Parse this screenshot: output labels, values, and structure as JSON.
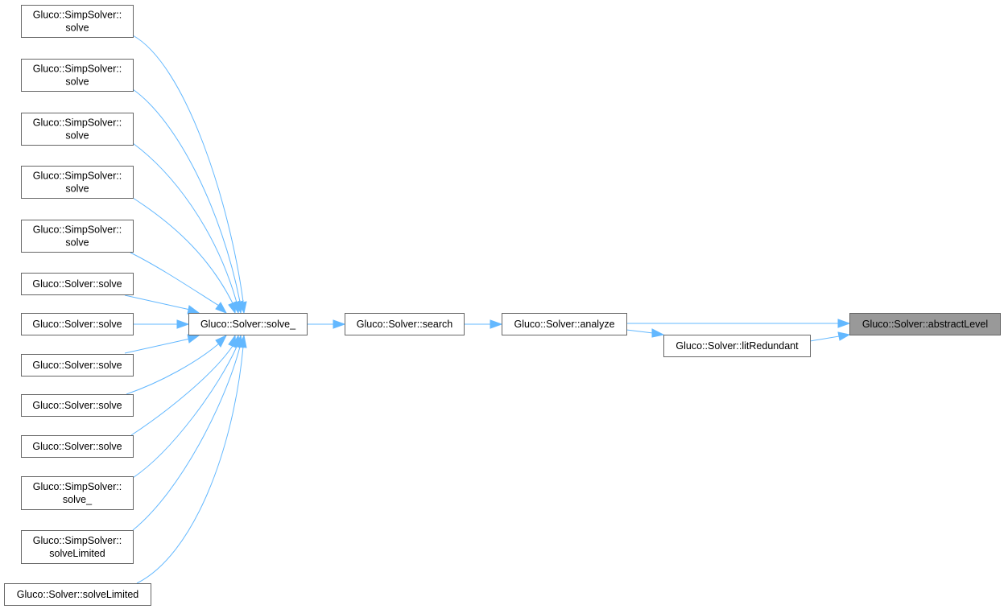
{
  "diagram": {
    "type": "call-graph",
    "focus_node": "abstractLevel",
    "colors": {
      "edge": "#63b8ff",
      "node_border": "#666666",
      "focus_fill": "#999999",
      "node_fill": "#ffffff"
    },
    "nodes": [
      {
        "id": "ss_solve_1",
        "lines": [
          "Gluco::SimpSolver::",
          "solve"
        ]
      },
      {
        "id": "ss_solve_2",
        "lines": [
          "Gluco::SimpSolver::",
          "solve"
        ]
      },
      {
        "id": "ss_solve_3",
        "lines": [
          "Gluco::SimpSolver::",
          "solve"
        ]
      },
      {
        "id": "ss_solve_4",
        "lines": [
          "Gluco::SimpSolver::",
          "solve"
        ]
      },
      {
        "id": "ss_solve_5",
        "lines": [
          "Gluco::SimpSolver::",
          "solve"
        ]
      },
      {
        "id": "s_solve_1",
        "lines": [
          "Gluco::Solver::solve"
        ]
      },
      {
        "id": "s_solve_2",
        "lines": [
          "Gluco::Solver::solve"
        ]
      },
      {
        "id": "s_solve_3",
        "lines": [
          "Gluco::Solver::solve"
        ]
      },
      {
        "id": "s_solve_4",
        "lines": [
          "Gluco::Solver::solve"
        ]
      },
      {
        "id": "s_solve_5",
        "lines": [
          "Gluco::Solver::solve"
        ]
      },
      {
        "id": "ss_solve_",
        "lines": [
          "Gluco::SimpSolver::",
          "solve_"
        ]
      },
      {
        "id": "ss_solveLimited",
        "lines": [
          "Gluco::SimpSolver::",
          "solveLimited"
        ]
      },
      {
        "id": "s_solveLimited",
        "lines": [
          "Gluco::Solver::solveLimited"
        ]
      },
      {
        "id": "solve_",
        "lines": [
          "Gluco::Solver::solve_"
        ]
      },
      {
        "id": "search",
        "lines": [
          "Gluco::Solver::search"
        ]
      },
      {
        "id": "analyze",
        "lines": [
          "Gluco::Solver::analyze"
        ]
      },
      {
        "id": "litRedundant",
        "lines": [
          "Gluco::Solver::litRedundant"
        ]
      },
      {
        "id": "abstractLevel",
        "lines": [
          "Gluco::Solver::abstractLevel"
        ]
      }
    ],
    "edges": [
      {
        "from": "ss_solve_1",
        "to": "solve_"
      },
      {
        "from": "ss_solve_2",
        "to": "solve_"
      },
      {
        "from": "ss_solve_3",
        "to": "solve_"
      },
      {
        "from": "ss_solve_4",
        "to": "solve_"
      },
      {
        "from": "ss_solve_5",
        "to": "solve_"
      },
      {
        "from": "s_solve_1",
        "to": "solve_"
      },
      {
        "from": "s_solve_2",
        "to": "solve_"
      },
      {
        "from": "s_solve_3",
        "to": "solve_"
      },
      {
        "from": "s_solve_4",
        "to": "solve_"
      },
      {
        "from": "s_solve_5",
        "to": "solve_"
      },
      {
        "from": "ss_solve_",
        "to": "solve_"
      },
      {
        "from": "ss_solveLimited",
        "to": "solve_"
      },
      {
        "from": "s_solveLimited",
        "to": "solve_"
      },
      {
        "from": "solve_",
        "to": "search"
      },
      {
        "from": "search",
        "to": "analyze"
      },
      {
        "from": "analyze",
        "to": "abstractLevel"
      },
      {
        "from": "analyze",
        "to": "litRedundant"
      },
      {
        "from": "litRedundant",
        "to": "abstractLevel"
      }
    ]
  }
}
